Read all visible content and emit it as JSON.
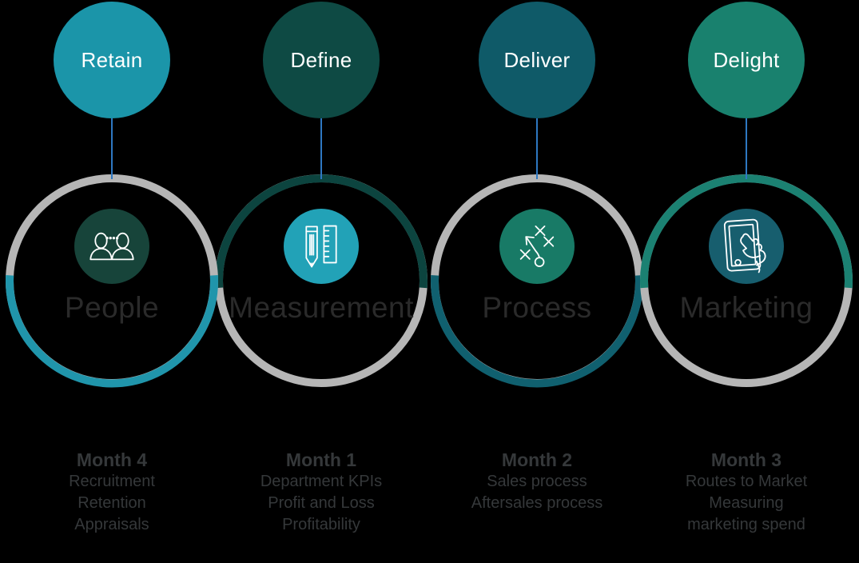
{
  "background": "#000000",
  "connector_color": "#2e78c2",
  "ring_track_color": "#b6b6b6",
  "label_color": "#2a2a2a",
  "month_text_color": "#35383a",
  "stages": [
    {
      "top_label": "Define",
      "top_circle_color": "#0e4a44",
      "arc_color": "#0c443f",
      "arc_position": "top",
      "icon": "pencil-ruler-icon",
      "icon_circle_color": "#22a2b7",
      "ring_label": "Measurement",
      "month_title": "Month 1",
      "month_lines": [
        "Department KPIs",
        "Profit and Loss",
        "Profitability"
      ]
    },
    {
      "top_label": "Deliver",
      "top_circle_color": "#0f5a68",
      "arc_color": "#10606f",
      "arc_position": "bottom",
      "icon": "strategy-icon",
      "icon_circle_color": "#187a66",
      "ring_label": "Process",
      "month_title": "Month 2",
      "month_lines": [
        "Sales process",
        "Aftersales process"
      ]
    },
    {
      "top_label": "Delight",
      "top_circle_color": "#19816e",
      "arc_color": "#1b8172",
      "arc_position": "top",
      "icon": "tablet-touch-icon",
      "icon_circle_color": "#175e6e",
      "ring_label": "Marketing",
      "month_title": "Month 3",
      "month_lines": [
        "Routes to Market",
        "Measuring",
        "marketing spend"
      ]
    },
    {
      "top_label": "Retain",
      "top_circle_color": "#1b95a9",
      "arc_color": "#2095ab",
      "arc_position": "bottom",
      "icon": "people-conversation-icon",
      "icon_circle_color": "#17443a",
      "ring_label": "People",
      "month_title": "Month 4",
      "month_lines": [
        "Recruitment",
        "Retention",
        "Appraisals"
      ]
    }
  ]
}
